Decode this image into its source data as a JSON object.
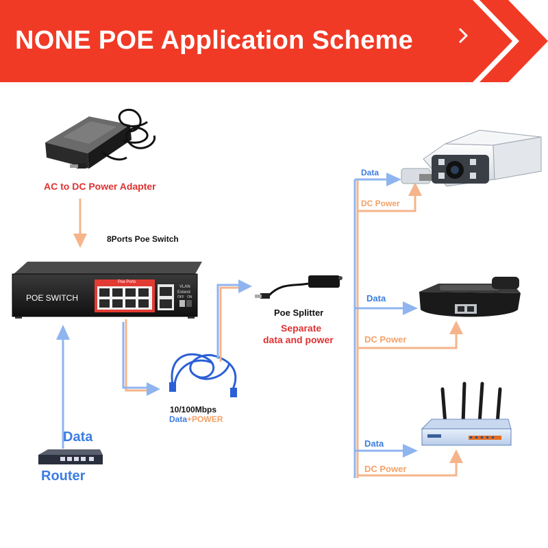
{
  "header": {
    "title": "NONE POE Application Scheme"
  },
  "devices": {
    "adapter_label": "AC to DC Power Adapter",
    "switch_caption": "8Ports Poe Switch",
    "switch_face": "POE SWITCH",
    "switch_ports_label": "Poe Ports",
    "switch_vlan_line1": "VLAN",
    "switch_vlan_line2": "Extend",
    "switch_off": "OFF",
    "switch_on": "ON",
    "splitter_label": "Poe Splitter",
    "splitter_desc_line1": "Separate",
    "splitter_desc_line2": "data and power",
    "cable_speed": "10/100Mbps",
    "cable_data": "Data",
    "cable_power": "+POWER",
    "router_data": "Data",
    "router_label": "Router"
  },
  "outputs": [
    {
      "data_label": "Data",
      "power_label": "DC Power"
    },
    {
      "data_label": "Data",
      "power_label": "DC Power"
    },
    {
      "data_label": "Data",
      "power_label": "DC Power"
    }
  ],
  "colors": {
    "banner": "#f03a26",
    "data_arrow": "#8fb4f0",
    "power_arrow": "#f5b48a",
    "label_red": "#e03030",
    "label_blue": "#3b7de0",
    "label_orange": "#f5a067"
  }
}
